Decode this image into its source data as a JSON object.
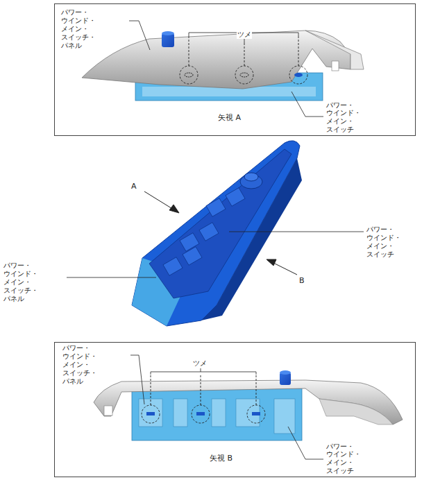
{
  "diagram": {
    "nodes": [
      {
        "text": [
          "パワー・ウインド・ メイン・スイッチ・ パネル",
          "ツメ",
          "矢視 A",
          "パワー・ウインド・ メイン・スイッチ"
        ]
      },
      {
        "text": [
          "パワー・ウインド・ メイン・スイッチ・ パネル",
          "ツメ",
          "矢視 B",
          "パワー・ウインド・ メイン・スイッチ"
        ]
      }
    ],
    "labels": [
      "A",
      "パワー・ウインド・ メイン・スイッチ",
      "パワー・ウインド・ メイン・スイッチ・ パネル",
      "B"
    ]
  }
}
